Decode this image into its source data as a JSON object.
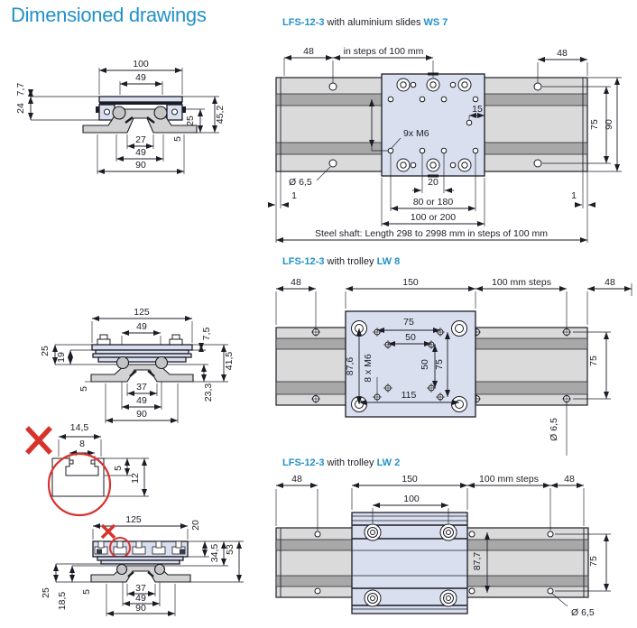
{
  "title": "Dimensioned drawings",
  "headers": {
    "ws7": {
      "model": "LFS-12-3",
      "text": "with aluminium slides",
      "variant": "WS 7"
    },
    "lw8": {
      "model": "LFS-12-3",
      "text": "with trolley",
      "variant": "LW 8"
    },
    "lw2": {
      "model": "LFS-12-3",
      "text": "with trolley",
      "variant": "LW 2"
    }
  },
  "ws7": {
    "cross": {
      "w100": "100",
      "w49": "49",
      "h77": "7,7",
      "h24": "24",
      "h452": "45,2",
      "h25": "25",
      "h5": "5",
      "b27": "27",
      "b49": "49",
      "b90": "90"
    },
    "plan": {
      "left48": "48",
      "steps": "in steps of 100 mm",
      "right48": "48",
      "off15": "15",
      "m6": "9x M6",
      "dia": "Ø 6,5",
      "left1": "1",
      "right1": "1",
      "w20": "20",
      "w80": "80 or 180",
      "w100": "100 or 200",
      "shaft": "Steel shaft: Length 298 to 2998 mm in steps of 100 mm",
      "h75": "75",
      "h90": "90"
    }
  },
  "lw8": {
    "cross": {
      "w125": "125",
      "w49": "49",
      "h25": "25",
      "h19": "19",
      "h75": "7,5",
      "h415": "41,5",
      "h233": "23,3",
      "h5": "5",
      "b37": "37",
      "b49": "49",
      "b90": "90"
    },
    "plan": {
      "left48": "48",
      "w150": "150",
      "steps": "100 mm steps",
      "right48": "48",
      "t75": "75",
      "t50": "50",
      "v876": "87,6",
      "m6": "8 x M6",
      "v50": "50",
      "v75": "75",
      "b115": "115",
      "h75": "75",
      "dia": "Ø 6,5"
    }
  },
  "lw2": {
    "cross": {
      "w125": "125",
      "h20": "20",
      "h345": "34,5",
      "h53": "53",
      "h25": "25",
      "h185": "18,5",
      "h5": "5",
      "b37": "37",
      "b49": "49",
      "b90": "90"
    },
    "plan": {
      "left48": "48",
      "w150": "150",
      "steps": "100 mm steps",
      "right48": "48",
      "w100": "100",
      "v877": "87,7",
      "h75": "75",
      "dia": "Ø 6,5"
    }
  },
  "profile": {
    "w145": "14,5",
    "w8": "8",
    "h5": "5",
    "h12": "12"
  },
  "colors": {
    "accent": "#2191c9",
    "ink": "#1c1c26",
    "red": "#d6332c",
    "rail": "#dadada",
    "stripe": "#a8a8a8",
    "plate": "#d9dfee",
    "profile_gray": "#d2d2d2"
  }
}
